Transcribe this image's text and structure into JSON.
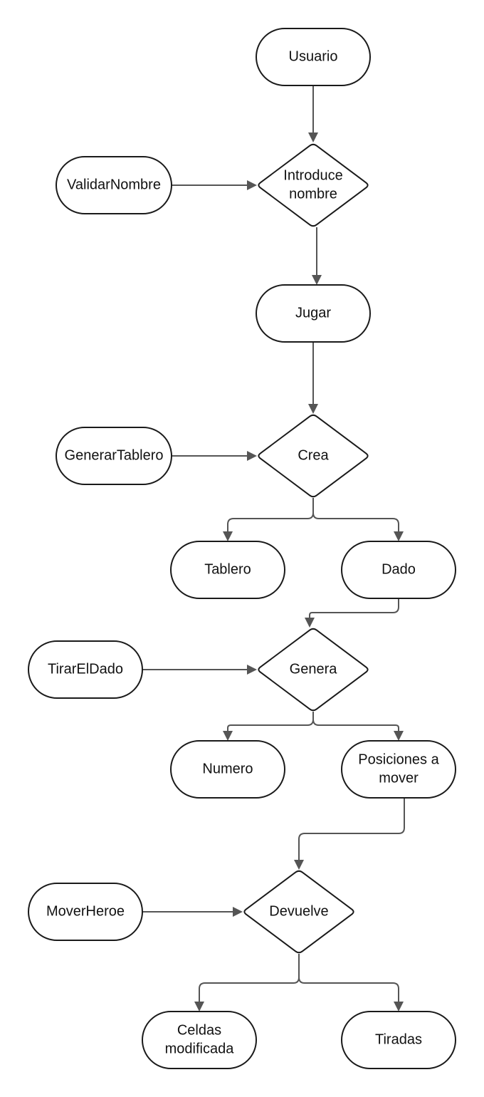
{
  "diagram": {
    "nodes": {
      "usuario": {
        "lines": [
          "Usuario"
        ]
      },
      "introduce_nombre": {
        "lines": [
          "Introduce",
          "nombre"
        ]
      },
      "validar_nombre": {
        "lines": [
          "ValidarNombre"
        ]
      },
      "jugar": {
        "lines": [
          "Jugar"
        ]
      },
      "crea": {
        "lines": [
          "Crea"
        ]
      },
      "generar_tablero": {
        "lines": [
          "GenerarTablero"
        ]
      },
      "tablero": {
        "lines": [
          "Tablero"
        ]
      },
      "dado": {
        "lines": [
          "Dado"
        ]
      },
      "genera": {
        "lines": [
          "Genera"
        ]
      },
      "tirar_el_dado": {
        "lines": [
          "TirarElDado"
        ]
      },
      "numero": {
        "lines": [
          "Numero"
        ]
      },
      "posiciones_a_mover": {
        "lines": [
          "Posiciones a",
          "mover"
        ]
      },
      "devuelve": {
        "lines": [
          "Devuelve"
        ]
      },
      "mover_heroe": {
        "lines": [
          "MoverHeroe"
        ]
      },
      "celdas_modificada": {
        "lines": [
          "Celdas",
          "modificada"
        ]
      },
      "tiradas": {
        "lines": [
          "Tiradas"
        ]
      }
    },
    "edges": [
      {
        "from": "usuario",
        "to": "introduce_nombre"
      },
      {
        "from": "validar_nombre",
        "to": "introduce_nombre"
      },
      {
        "from": "introduce_nombre",
        "to": "jugar"
      },
      {
        "from": "jugar",
        "to": "crea"
      },
      {
        "from": "generar_tablero",
        "to": "crea"
      },
      {
        "from": "crea",
        "to": "tablero"
      },
      {
        "from": "crea",
        "to": "dado"
      },
      {
        "from": "dado",
        "to": "genera"
      },
      {
        "from": "tirar_el_dado",
        "to": "genera"
      },
      {
        "from": "genera",
        "to": "numero"
      },
      {
        "from": "genera",
        "to": "posiciones_a_mover"
      },
      {
        "from": "posiciones_a_mover",
        "to": "devuelve"
      },
      {
        "from": "mover_heroe",
        "to": "devuelve"
      },
      {
        "from": "devuelve",
        "to": "celdas_modificada"
      },
      {
        "from": "devuelve",
        "to": "tiradas"
      }
    ],
    "colors": {
      "node_stroke": "#1a1a1a",
      "node_fill": "#ffffff",
      "edge": "#555555",
      "text": "#111111"
    }
  }
}
